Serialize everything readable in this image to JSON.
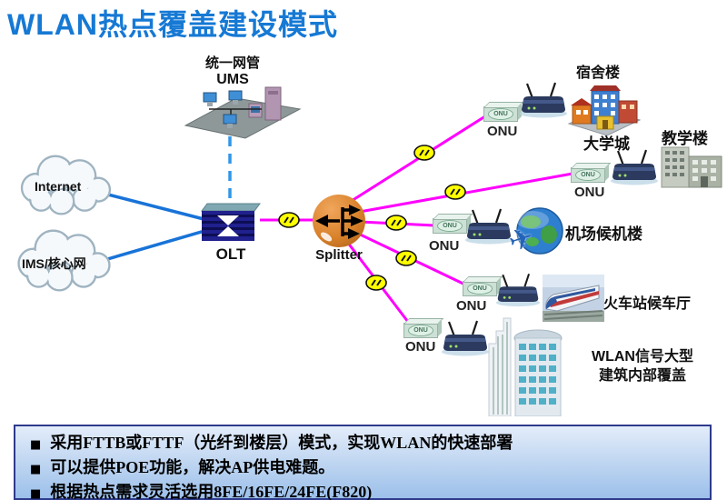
{
  "title": "WLAN热点覆盖建设模式",
  "diagram": {
    "ums": {
      "line1": "统一网管",
      "line2": "UMS"
    },
    "internet_cloud": "Internet",
    "ims_cloud": "IMS/核心网",
    "olt_label": "OLT",
    "splitter_label": "Splitter",
    "onu_label": "ONU",
    "sites": {
      "dormitory": "宿舍楼",
      "university_town": "大学城",
      "teaching_building": "教学楼",
      "airport": "机场候机楼",
      "train_station": "火车站候车厅",
      "wlan_coverage_line1": "WLAN信号大型",
      "wlan_coverage_line2": "建筑内部覆盖"
    }
  },
  "icons": {
    "airplane": "✈"
  },
  "notes": {
    "bullet_char": "■",
    "bullets": [
      "采用FTTB或FTTF（光纤到楼层）模式，实现WLAN的快速部署",
      "可以提供POE功能，解决AP供电难题。",
      "根据热点需求灵活选用8FE/16FE/24FE(F820)"
    ]
  },
  "colors": {
    "title_blue": "#1679d4",
    "fiber_magenta": "#ff00ff",
    "uplink_blue": "#1873d8",
    "dashed_mgmt_blue": "#2e96ea",
    "connector_yellow": "#ffff00",
    "splitter_orange": "#d9822b",
    "notes_border": "#2e3a8c"
  }
}
